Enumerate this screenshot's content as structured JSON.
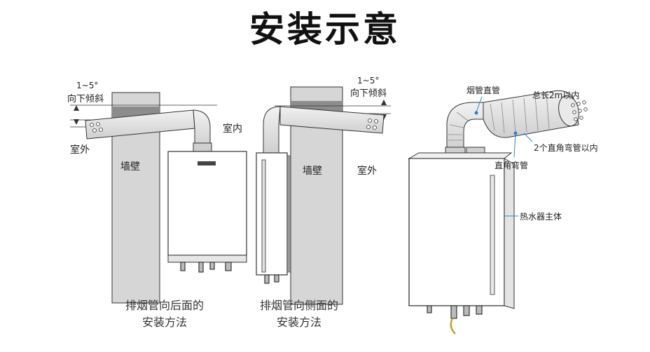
{
  "title": "安装示意",
  "diagram1": {
    "angle": "1~5°",
    "tilt": "向下倾斜",
    "outdoor": "室外",
    "indoor": "室内",
    "wall": "墙壁",
    "caption_line1": "排烟管向后面的",
    "caption_line2": "安装方法"
  },
  "diagram2": {
    "angle": "1~5°",
    "tilt": "向下倾斜",
    "wall": "墙壁",
    "outdoor": "室外",
    "caption_line1": "排烟管向侧面的",
    "caption_line2": "安装方法"
  },
  "diagram3": {
    "straight_pipe": "烟管直管",
    "total_length": "总长2m以内",
    "elbow_limit": "2个直角弯管以内",
    "elbow": "直角弯管",
    "heater_body": "热水器主体"
  },
  "colors": {
    "wall_fill": "#d6d6d6",
    "band_fill": "#8c8c8c",
    "pipe_fill": "#e3e3e3",
    "line": "#333333",
    "arrow": "#2c7fd1"
  }
}
